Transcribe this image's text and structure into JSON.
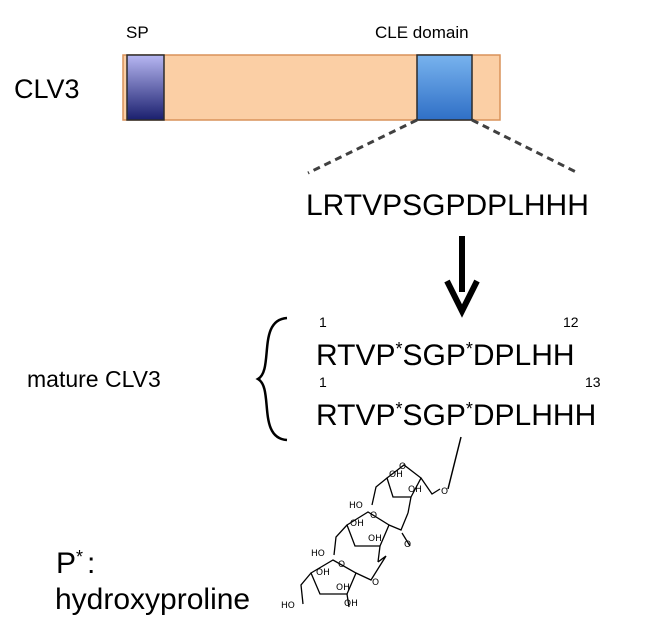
{
  "protein": {
    "name": "CLV3",
    "sp_label": "SP",
    "cle_label": "CLE domain"
  },
  "cle_sequence": "LRTVPSGPDPLHHH",
  "mature": {
    "label": "mature CLV3",
    "peptide_12": {
      "first_residue": "R",
      "middle": "TVP",
      "mid2": "SGP",
      "tail": "DPLH",
      "last": "H",
      "start_index": "1",
      "end_index": "12",
      "mark": "*"
    },
    "peptide_13": {
      "first_residue": "R",
      "middle": "TVP",
      "mid2": "SGP",
      "tail": "DPLHH",
      "last": "H",
      "start_index": "1",
      "end_index": "13",
      "mark": "*"
    }
  },
  "legend": {
    "symbol": "P",
    "mark": "*",
    "colon": ":",
    "meaning": "hydroxyproline"
  },
  "sugar": {
    "oh": "OH",
    "ho": "HO",
    "o": "O"
  },
  "colors": {
    "bar_fill": "#fbcfa5",
    "bar_stroke": "#d9925a",
    "sp_top": "#b7b7f2",
    "sp_bottom": "#1a1f6e",
    "cle_top": "#78b3ee",
    "cle_bottom": "#2f6fc6",
    "ink": "#000000",
    "dash": "#404040"
  }
}
